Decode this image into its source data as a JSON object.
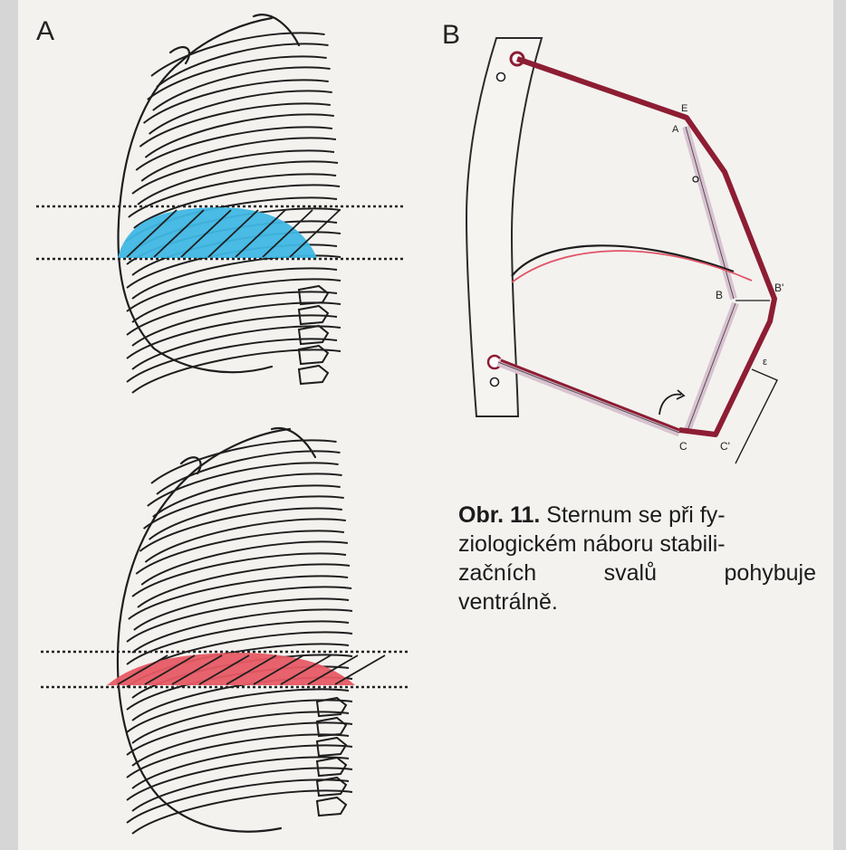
{
  "panels": {
    "a_label": "A",
    "b_label": "B"
  },
  "figure": {
    "diaphragm_top_color": "#3fb7e4",
    "diaphragm_bottom_color": "#e65a64",
    "lever_color": "#8d1d33",
    "pale_lever_color": "#d7c3cf",
    "point_labels": {
      "a": "A",
      "b": "B",
      "c": "C",
      "e": "E",
      "b_prime": "B'",
      "c_prime": "C'",
      "eps": "ε"
    }
  },
  "caption": {
    "number": "Obr. 11.",
    "line1_rest": "Sternum se při fy-",
    "line2": "ziologickém náboru stabili-",
    "line3_words": [
      "začních",
      "svalů",
      "pohybuje"
    ],
    "line4": "ventrálně."
  }
}
